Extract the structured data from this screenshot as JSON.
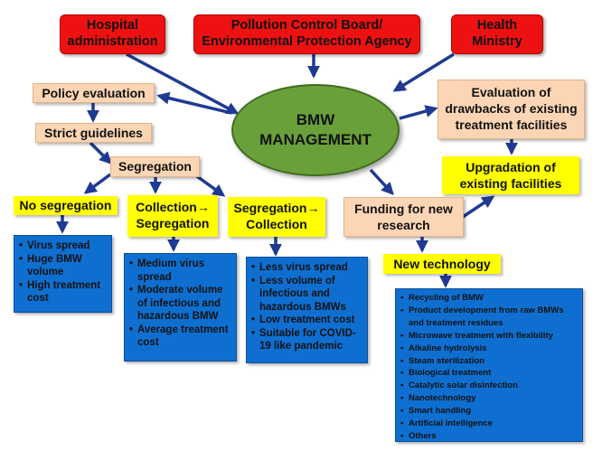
{
  "center": {
    "line1": "BMW",
    "line2": "MANAGEMENT"
  },
  "top": {
    "hospital": {
      "line1": "Hospital",
      "line2": "administration"
    },
    "pcb": {
      "line1": "Pollution Control Board/",
      "line2": "Environmental Protection Agency"
    },
    "health": {
      "line1": "Health",
      "line2": "Ministry"
    }
  },
  "left": {
    "policy": "Policy evaluation",
    "guidelines": "Strict guidelines",
    "segregation": "Segregation",
    "no_seg": {
      "title": "No segregation",
      "bullets": [
        "Virus spread",
        "Huge BMW volume",
        "High treatment cost"
      ]
    },
    "coll_seg": {
      "line1": "Collection→",
      "line2": "Segregation",
      "bullets": [
        "Medium virus spread",
        "Moderate volume of infectious and hazardous BMW",
        "Average treatment cost"
      ]
    },
    "seg_coll": {
      "line1": "Segregation→",
      "line2": "Collection",
      "bullets": [
        "Less virus spread",
        "Less volume of infectious and hazardous BMWs",
        "Low treatment cost",
        "Suitable for COVID-19 like pandemic"
      ]
    }
  },
  "right": {
    "evaluation": {
      "line1": "Evaluation of",
      "line2": "drawbacks of existing",
      "line3": "treatment facilities"
    },
    "upgradation": {
      "line1": "Upgradation of",
      "line2": "existing facilities"
    },
    "funding": {
      "line1": "Funding for new",
      "line2": "research"
    },
    "new_tech": "New technology",
    "tech_list": [
      "Recycling of BMW",
      "Product development from raw BMWs and treatment residues",
      "Microwave treatment with flexibility",
      "Alkaline hydrolysis",
      "Steam sterilization",
      "Biological treatment",
      "Catalytic solar disinfection",
      "Nanotechnology",
      "Smart handling",
      "Artificial intelligence",
      "Others"
    ]
  },
  "colors": {
    "arrow": "#1f3a93",
    "red": "#ee1111",
    "peach": "#fcd5b4",
    "yellow": "#ffff00",
    "blue": "#0f6fd0",
    "ellipse": "#6aa03a"
  }
}
